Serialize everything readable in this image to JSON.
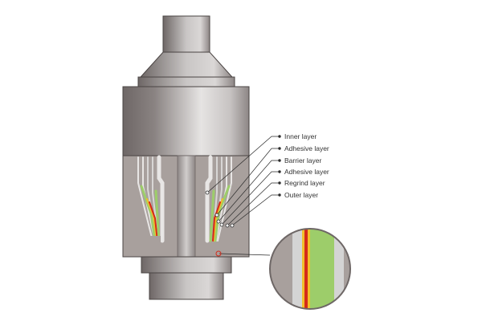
{
  "callouts": [
    {
      "label": "Inner layer"
    },
    {
      "label": "Adhesive layer"
    },
    {
      "label": "Barrier layer"
    },
    {
      "label": "Adhesive layer"
    },
    {
      "label": "Regrind layer"
    },
    {
      "label": "Outer layer"
    }
  ],
  "colors": {
    "metal_dark": "#6e6766",
    "metal_light": "#e0dedd",
    "cavity": "#a8a09d",
    "inner_layer": "#d4d4d4",
    "adhesive_layer": "#f0c02a",
    "barrier_layer": "#d42a1a",
    "regrind_layer": "#9dcd6a",
    "outer_layer": "#d4d4d4",
    "leader_line": "#2a2a2a"
  },
  "icons": {
    "magnifier": "zoom-circle-icon"
  }
}
